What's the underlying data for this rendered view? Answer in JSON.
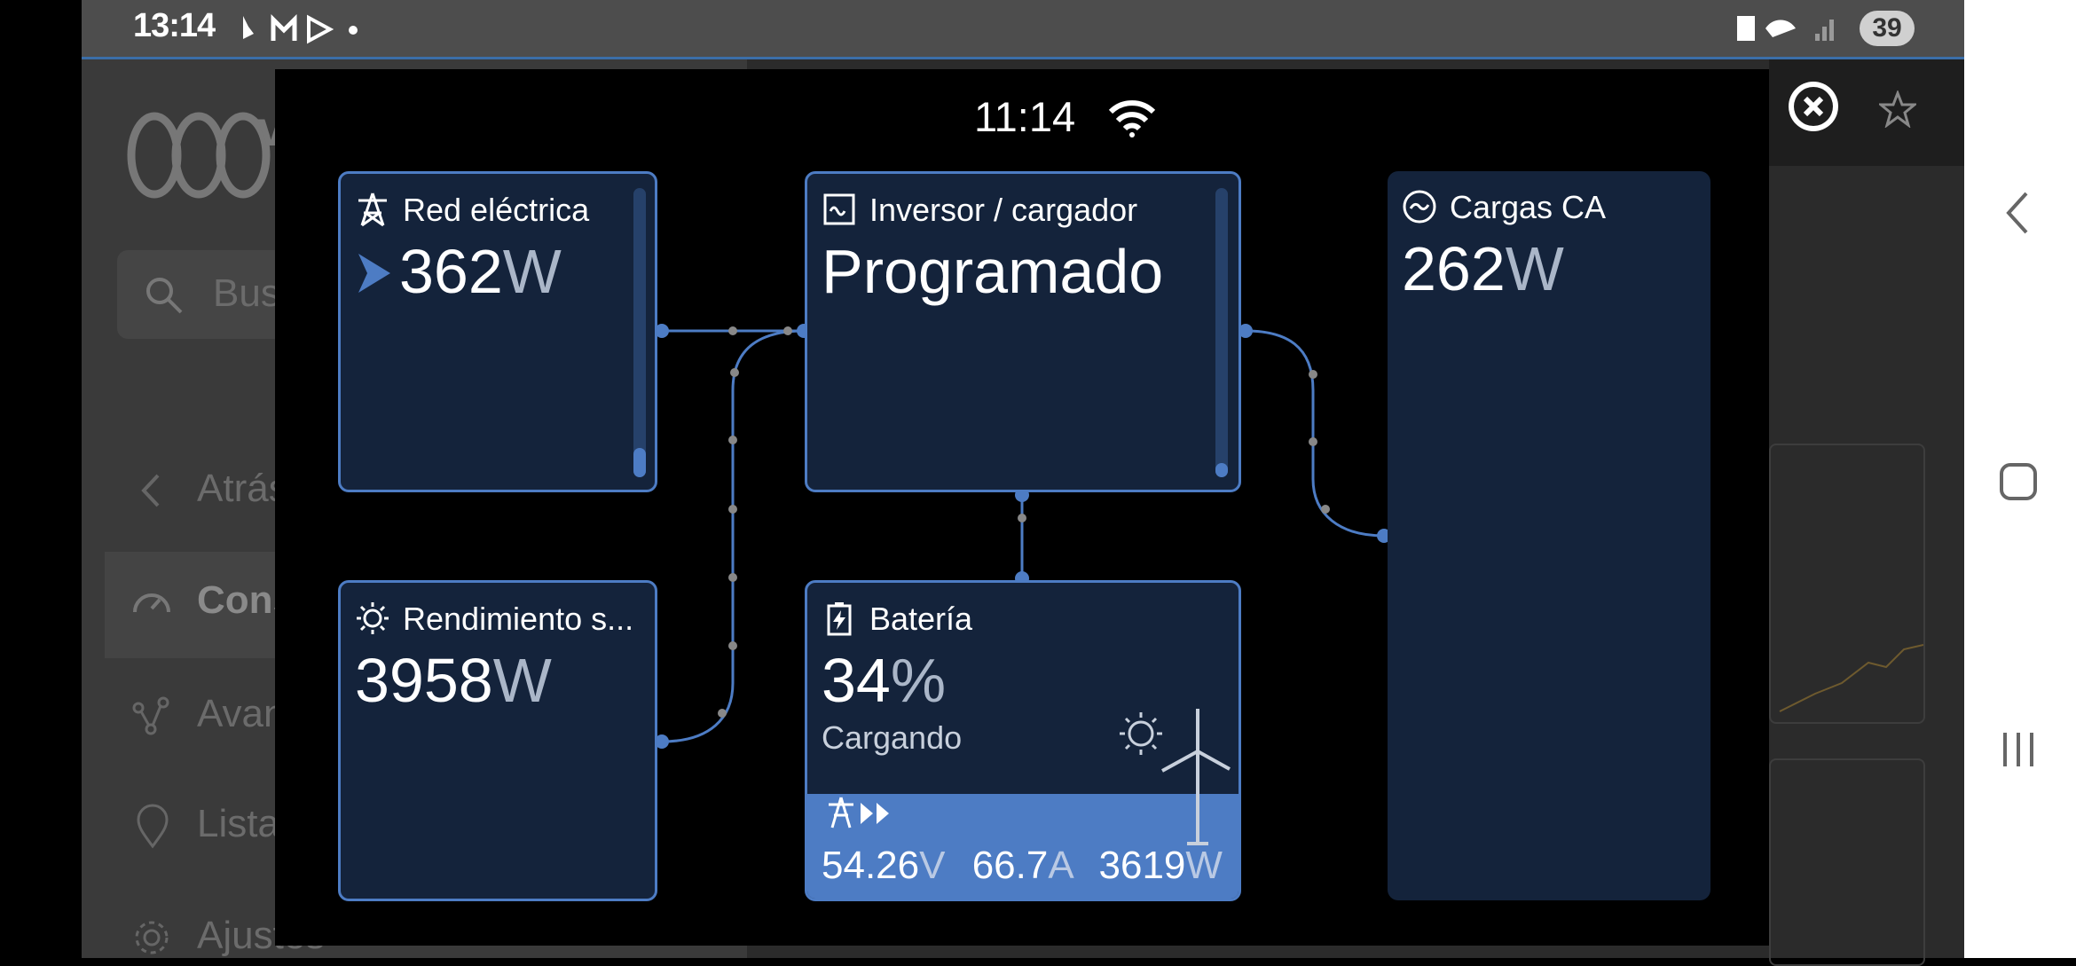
{
  "status_bar": {
    "time": "13:14",
    "battery": "39"
  },
  "background": {
    "search_placeholder": "Bus",
    "nav_back": "Atrás",
    "nav_items": [
      "Cons",
      "Avan",
      "Lista",
      "Ajustes"
    ]
  },
  "modal": {
    "time": "11:14",
    "grid": {
      "title": "Red eléctrica",
      "value": "362",
      "unit": "W",
      "level": 0.1
    },
    "inverter": {
      "title": "Inversor / cargador",
      "state": "Programado",
      "level": 0.05
    },
    "ac_loads": {
      "title": "Cargas CA",
      "value": "262",
      "unit": "W"
    },
    "solar": {
      "title": "Rendimiento s...",
      "value": "3958",
      "unit": "W"
    },
    "battery": {
      "title": "Batería",
      "soc": "34",
      "soc_unit": "%",
      "state": "Cargando",
      "voltage": "54.26",
      "voltage_unit": "V",
      "current": "66.7",
      "current_unit": "A",
      "power": "3619",
      "power_unit": "W"
    }
  },
  "colors": {
    "accent": "#4d7cc4",
    "panel": "#14233b",
    "background": "#000000"
  }
}
